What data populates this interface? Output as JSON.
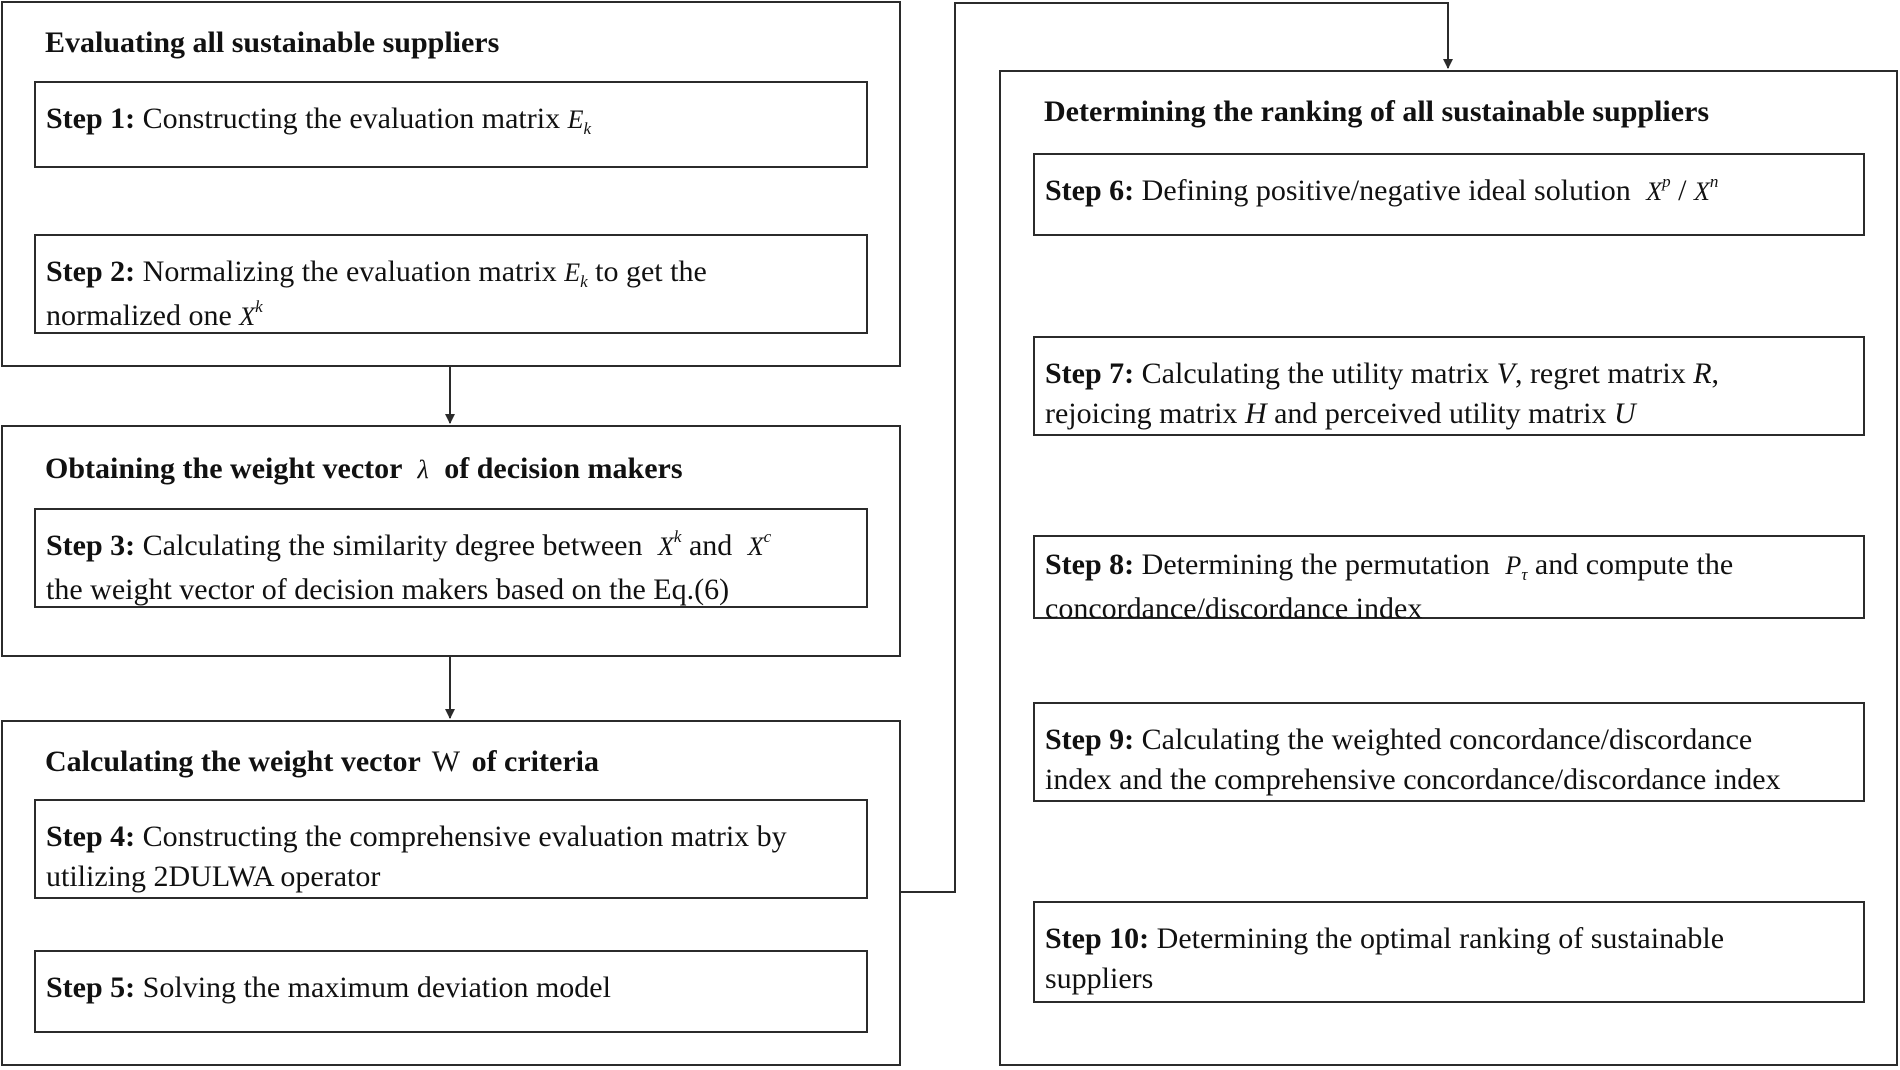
{
  "groups": {
    "evaluating": {
      "title": "Evaluating all sustainable suppliers"
    },
    "weights_dm": {
      "title_a": "Obtaining the weight vector",
      "symbol": "λ",
      "title_b": "of decision makers"
    },
    "weights_criteria": {
      "title_a": "Calculating the weight vector",
      "symbol": "W",
      "title_b": "of criteria"
    },
    "ranking": {
      "title": "Determining the ranking of all sustainable suppliers"
    }
  },
  "steps": {
    "s1": {
      "label": "Step 1:",
      "text": "Constructing the evaluation matrix",
      "sym": "E",
      "sub": "k"
    },
    "s2": {
      "label": "Step 2:",
      "text_a": "Normalizing the evaluation matrix",
      "sym": "E",
      "sub": "k",
      "text_b": "to get the",
      "text_c": "normalized one",
      "sym2": "X",
      "sup2": "k"
    },
    "s3": {
      "label": "Step 3:",
      "text_a": "Calculating the similarity degree between",
      "sym1": "X",
      "sup1": "k",
      "text_and": "and",
      "sym2": "X",
      "sup2": "c",
      "line2": "the weight vector of decision makers based on the Eq.(6)"
    },
    "s4": {
      "label": "Step 4:",
      "line1": "Constructing the comprehensive evaluation matrix by",
      "line2": "utilizing 2DULWA operator"
    },
    "s5": {
      "label": "Step 5:",
      "text": "Solving the maximum deviation model"
    },
    "s6": {
      "label": "Step 6:",
      "text": "Defining positive/negative ideal solution",
      "sym1": "X",
      "sup1": "p",
      "slash": "/",
      "sym2": "X",
      "sup2": "n"
    },
    "s7": {
      "label": "Step 7:",
      "t1": "Calculating the utility matrix",
      "v": "V",
      "t2": ", regret matrix",
      "r": "R",
      "t3": ",",
      "t4": "rejoicing matrix",
      "h": "H",
      "t5": "and perceived utility matrix",
      "u": "U"
    },
    "s8": {
      "label": "Step 8:",
      "text_a": "Determining the permutation",
      "sym": "P",
      "sub": "τ",
      "text_b": "and compute the",
      "line2": "concordance/discordance index"
    },
    "s9": {
      "label": "Step 9:",
      "line1": "Calculating the weighted concordance/discordance",
      "line2": "index and the comprehensive concordance/discordance index"
    },
    "s10": {
      "label": "Step 10:",
      "line1": "Determining the optimal ranking of sustainable",
      "line2": "suppliers"
    }
  }
}
